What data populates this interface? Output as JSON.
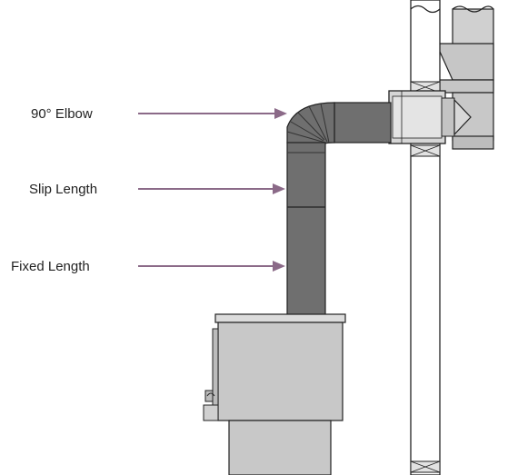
{
  "labels": {
    "elbow": "90° Elbow",
    "slip": "Slip Length",
    "fixed": "Fixed Length"
  },
  "colors": {
    "arrow": "#8b6a88",
    "pipe": "#6f6f6f",
    "pipe_dark": "#4a4a4a",
    "metal": "#cccccc",
    "metal_light": "#e2e2e2",
    "outline": "#222222",
    "text": "#222222"
  }
}
